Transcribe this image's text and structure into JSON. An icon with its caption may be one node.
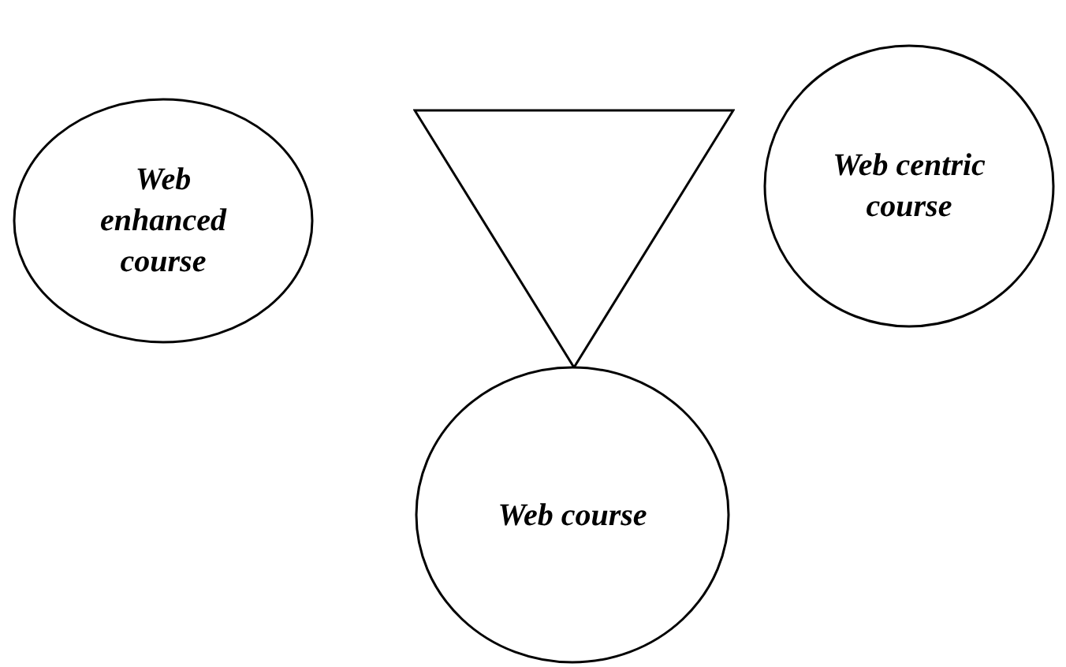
{
  "diagram": {
    "nodes": [
      {
        "text": [
          "Web enhanced course"
        ]
      },
      {
        "text": [],
        "shape": "triangle"
      },
      {
        "text": [
          "Web centric course"
        ]
      },
      {
        "text": [
          "Web course"
        ]
      }
    ]
  }
}
